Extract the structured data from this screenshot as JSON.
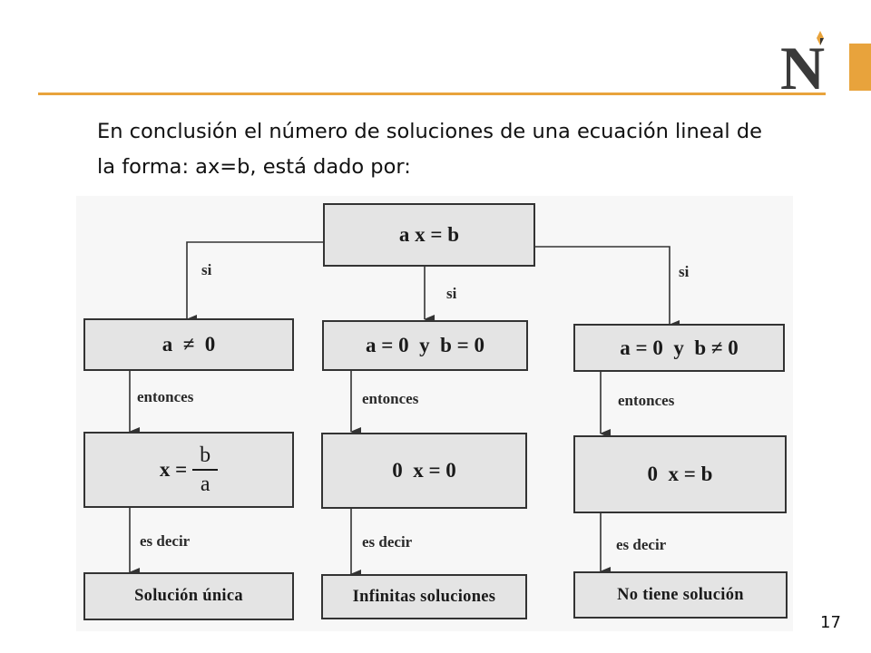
{
  "slide": {
    "intro_text": "En conclusión el número de soluciones de una ecuación lineal de la forma: ax=b, está dado por:",
    "page_number": "17",
    "accent_color": "#e8a33c",
    "logo": {
      "icon": "university-n-logo-icon",
      "letter": "N"
    }
  },
  "diagram": {
    "root": "a x = b",
    "connector_labels": {
      "if": "si",
      "then": "entonces",
      "that_is": "es decir"
    },
    "branches": [
      {
        "condition": "a  ≠  0",
        "equation_prefix": "x =",
        "fraction_num": "b",
        "fraction_den": "a",
        "result": "Solución única"
      },
      {
        "condition": "a = 0  y  b = 0",
        "equation": "0  x = 0",
        "result": "Infinitas soluciones"
      },
      {
        "condition": "a = 0  y  b ≠ 0",
        "equation": "0  x = b",
        "result": "No tiene solución"
      }
    ]
  }
}
